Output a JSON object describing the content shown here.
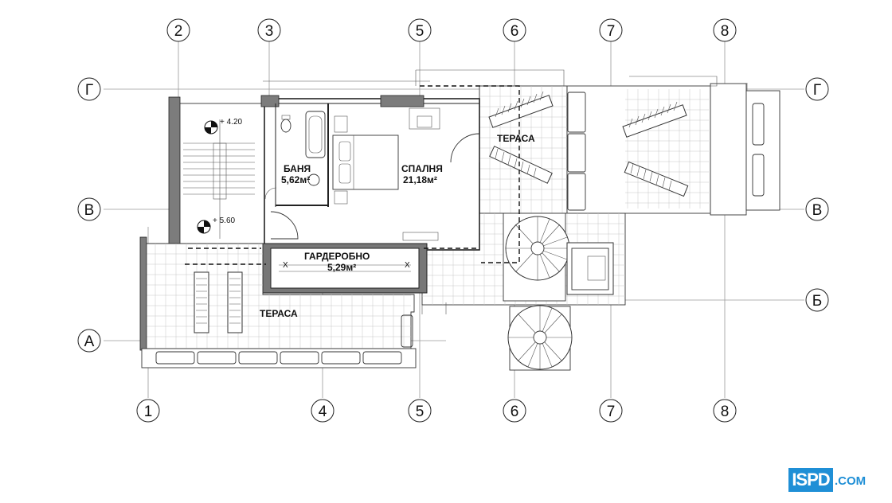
{
  "axes": {
    "top": [
      "2",
      "3",
      "5",
      "6",
      "7",
      "8"
    ],
    "bottom": [
      "1",
      "4",
      "5",
      "6",
      "7",
      "8"
    ],
    "left": [
      "Г",
      "В",
      "А"
    ],
    "right": [
      "Г",
      "В",
      "Б"
    ]
  },
  "rooms": {
    "terrace_upper": "ТЕРАСА",
    "bathroom_name": "БАНЯ",
    "bathroom_area": "5,62м²",
    "bedroom_name": "СПАЛНЯ",
    "bedroom_area": "21,18м²",
    "wardrobe_name": "ГАРДЕРОБНО",
    "wardrobe_area": "5,29м²",
    "terrace_lower": "ТЕРАСА"
  },
  "levels": {
    "upper": "+ 4.20",
    "lower": "+ 5.60"
  },
  "door_marks": [
    "X",
    "X"
  ],
  "logo": {
    "badge": "ISPD",
    "domain": ".COM",
    "color": "#1f8fd6"
  }
}
